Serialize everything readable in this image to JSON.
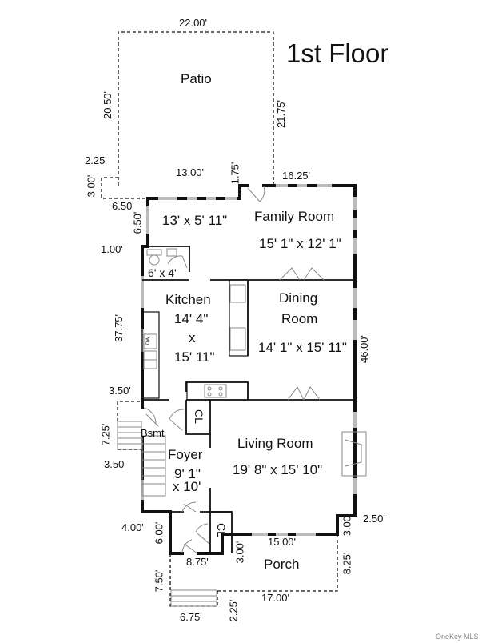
{
  "title": "1st Floor",
  "rooms": {
    "patio": {
      "name": "Patio"
    },
    "family_room": {
      "name": "Family Room",
      "size": "15' 1\" x 12' 1\""
    },
    "mudroom": {
      "size": "13' x 5' 11\""
    },
    "bath": {
      "size": "6' x 4'"
    },
    "kitchen": {
      "name": "Kitchen",
      "size_line1": "14' 4\"",
      "size_line2": "x",
      "size_line3": "15' 11\""
    },
    "dining_room": {
      "name_line1": "Dining",
      "name_line2": "Room",
      "size": "14' 1\" x 15' 11\""
    },
    "living_room": {
      "name": "Living Room",
      "size": "19' 8\" x 15' 10\""
    },
    "foyer": {
      "name": "Foyer",
      "size_line1": "9' 1\"",
      "size_line2": "x 10'"
    },
    "porch": {
      "name": "Porch"
    },
    "closet_upper": {
      "name": "CL"
    },
    "closet_lower": {
      "name": "CL"
    },
    "basement_stairs": {
      "name": "Bsmt"
    }
  },
  "appliances": {
    "dishwasher": "DW"
  },
  "dimensions": {
    "patio_top": "22.00'",
    "patio_left": "20.50'",
    "patio_right": "21.75'",
    "patio_jog": "2.25'",
    "patio_step_left": "3.00'",
    "patio_bottom": "13.00'",
    "patio_step": "1.75'",
    "family_top": "16.25'",
    "mud_top": "6.50'",
    "mud_left": "6.50'",
    "bath_jog": "1.00'",
    "left_wall": "37.75'",
    "right_wall": "46.00'",
    "stair_jog_top": "3.50'",
    "stair_side": "7.25'",
    "stair_jog_bottom": "3.50'",
    "entry_jog": "4.00'",
    "entry_side": "6.00'",
    "entry_bottom": "8.75'",
    "porch_inner_left": "3.00'",
    "porch_top": "15.00'",
    "right_jog": "2.50'",
    "right_step": "3.00'",
    "porch_right": "8.25'",
    "porch_left": "7.50'",
    "porch_bottom": "17.00'",
    "steps_width": "6.75'",
    "steps_depth": "2.25'"
  },
  "watermark": "OneKey MLS"
}
